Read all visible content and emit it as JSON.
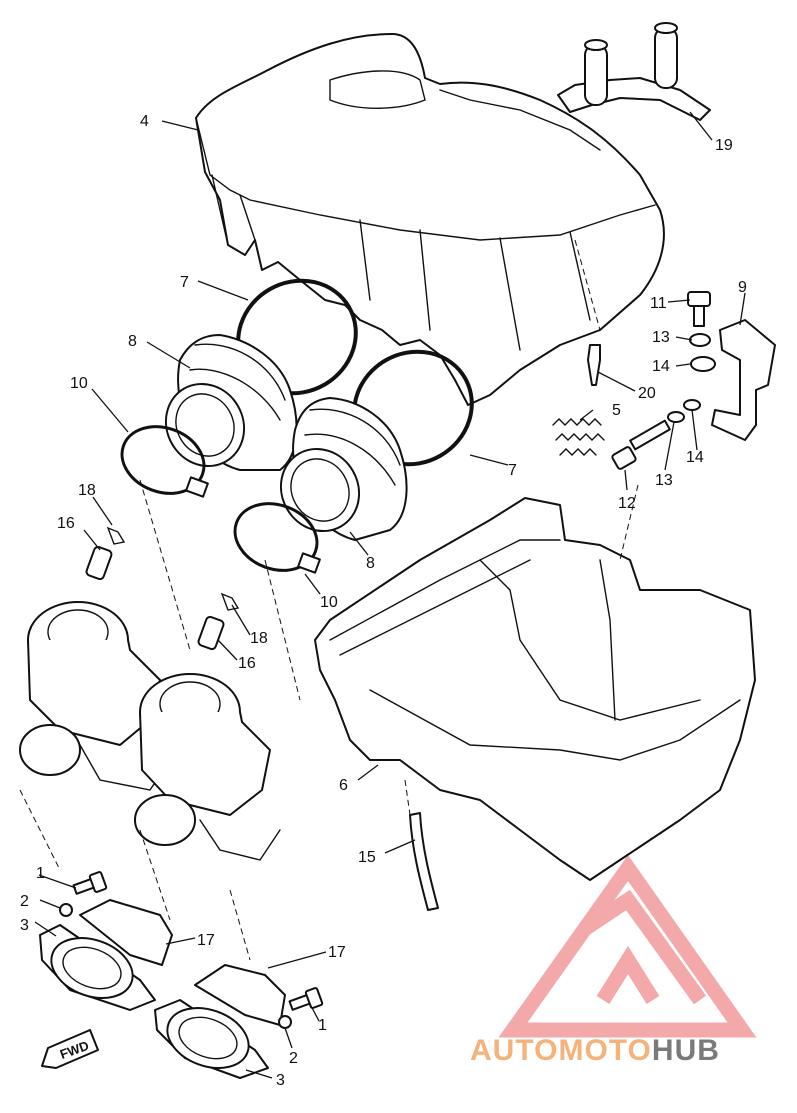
{
  "callouts": [
    {
      "id": "c4",
      "label": "4"
    },
    {
      "id": "c19",
      "label": "19"
    },
    {
      "id": "c7a",
      "label": "7"
    },
    {
      "id": "c7b",
      "label": "7"
    },
    {
      "id": "c8a",
      "label": "8"
    },
    {
      "id": "c8b",
      "label": "8"
    },
    {
      "id": "c10a",
      "label": "10"
    },
    {
      "id": "c10b",
      "label": "10"
    },
    {
      "id": "c9",
      "label": "9"
    },
    {
      "id": "c11",
      "label": "11"
    },
    {
      "id": "c13a",
      "label": "13"
    },
    {
      "id": "c13b",
      "label": "13"
    },
    {
      "id": "c14a",
      "label": "14"
    },
    {
      "id": "c14b",
      "label": "14"
    },
    {
      "id": "c20",
      "label": "20"
    },
    {
      "id": "c5",
      "label": "5"
    },
    {
      "id": "c12",
      "label": "12"
    },
    {
      "id": "c18a",
      "label": "18"
    },
    {
      "id": "c18b",
      "label": "18"
    },
    {
      "id": "c16a",
      "label": "16"
    },
    {
      "id": "c16b",
      "label": "16"
    },
    {
      "id": "c6",
      "label": "6"
    },
    {
      "id": "c15",
      "label": "15"
    },
    {
      "id": "c1a",
      "label": "1"
    },
    {
      "id": "c1b",
      "label": "1"
    },
    {
      "id": "c2a",
      "label": "2"
    },
    {
      "id": "c2b",
      "label": "2"
    },
    {
      "id": "c3a",
      "label": "3"
    },
    {
      "id": "c3b",
      "label": "3"
    },
    {
      "id": "c17a",
      "label": "17"
    },
    {
      "id": "c17b",
      "label": "17"
    }
  ],
  "fwd_label": "FWD",
  "watermark": {
    "part1": "AUTOMOTO",
    "part2": "HUB",
    "color_main": "#f5b27a",
    "color_hub": "#7a7a7a",
    "color_triangle": "#f2a0a0"
  }
}
